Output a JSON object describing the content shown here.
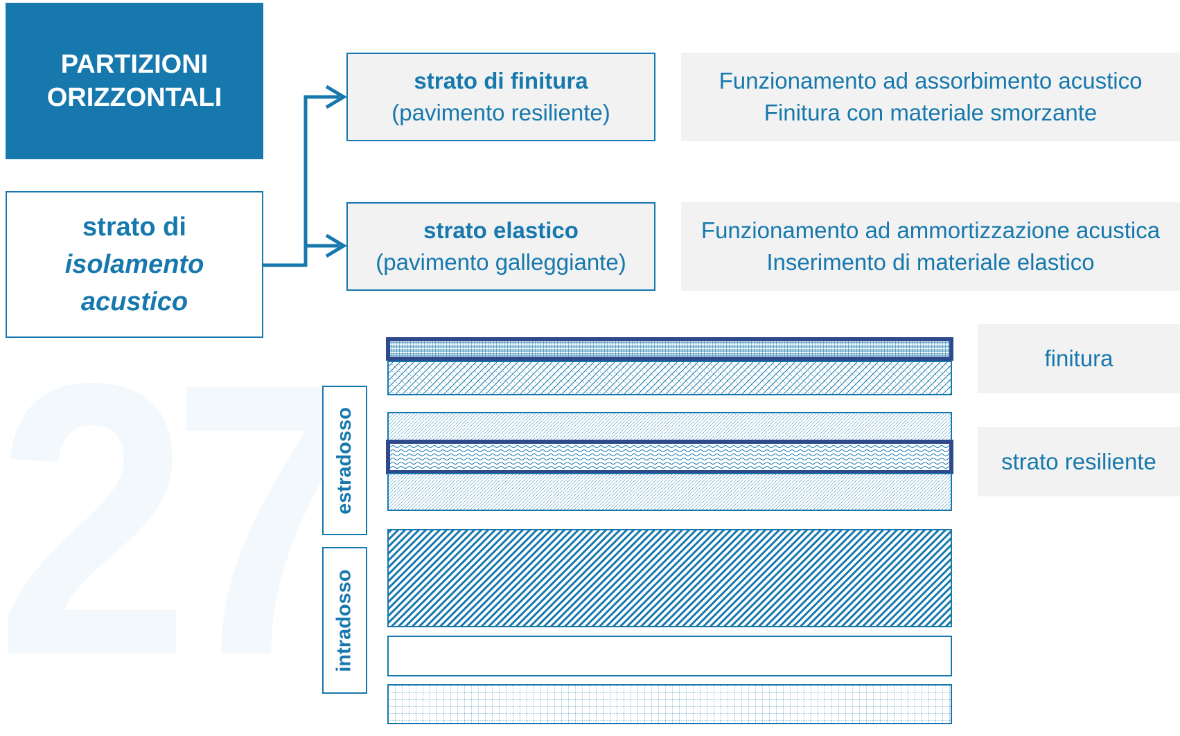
{
  "background_number": "27",
  "title": {
    "line1": "PARTIZIONI",
    "line2": "ORIZZONTALI"
  },
  "subject": {
    "line1": "strato di",
    "line2": "isolamento",
    "line3": "acustico"
  },
  "layers": [
    {
      "name": "strato di finitura",
      "detail": "(pavimento resiliente)"
    },
    {
      "name": "strato elastico",
      "detail": "(pavimento galleggiante)"
    }
  ],
  "descriptions": [
    {
      "line1": "Funzionamento ad assorbimento acustico",
      "line2": "Finitura con materiale smorzante"
    },
    {
      "line1": "Funzionamento ad ammortizzazione acustica",
      "line2": "Inserimento di materiale elastico"
    }
  ],
  "section_labels": {
    "upper": "estradosso",
    "lower": "intradosso"
  },
  "side_labels": {
    "finish": "finitura",
    "resilient": "strato resiliente"
  },
  "colors": {
    "brand": "#1678ad",
    "dark": "#2e4a8c",
    "panel": "#f2f2f2",
    "watermark": "#f2f8fc"
  },
  "icons": [
    "arrow-right-icon"
  ]
}
